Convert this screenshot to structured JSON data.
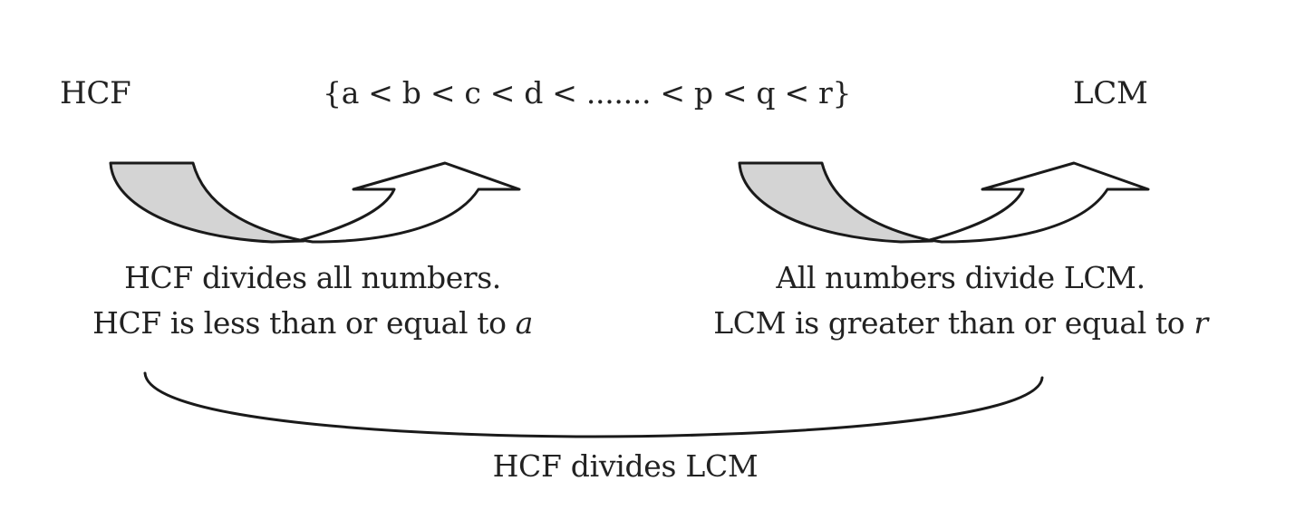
{
  "diagram": {
    "left_label": "HCF",
    "right_label": "LCM",
    "set_sequence": "{a < b < c < d < ....... < p < q < r}",
    "left_caption": {
      "line1": "HCF divides all numbers.",
      "line2_prefix": "HCF is less than or equal to ",
      "line2_var": "a"
    },
    "right_caption": {
      "line1": "All numbers divide LCM.",
      "line2_prefix": "LCM is greater than or equal to ",
      "line2_var": "r"
    },
    "bottom_label": "HCF divides LCM",
    "colors": {
      "tail_fill": "#d4d4d4",
      "arrow_fill": "#ffffff",
      "stroke": "#1a1a1a",
      "text": "#222222"
    },
    "icons": {
      "left_arrow": "u-turn-up-arrow",
      "right_arrow": "u-turn-up-arrow",
      "bottom_connector": "curved-brace"
    }
  }
}
